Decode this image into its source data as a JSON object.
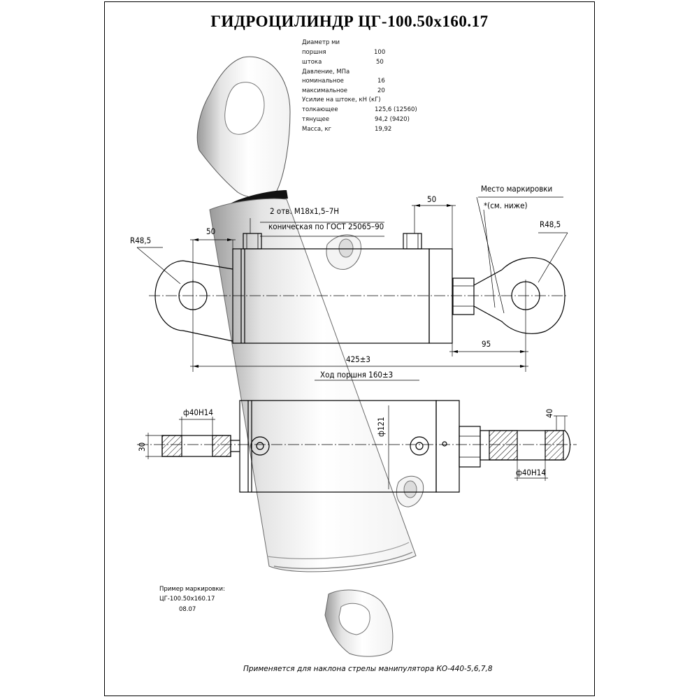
{
  "title": "ГИДРОЦИЛИНДР ЦГ-100.50х160.17",
  "specs": [
    {
      "label": "Диаметр ми",
      "value": ""
    },
    {
      "label": "поршня",
      "value": "100"
    },
    {
      "label": "штока",
      "value": "50"
    },
    {
      "label": "Давление, МПа",
      "value": ""
    },
    {
      "label": "номинальное",
      "value": "16"
    },
    {
      "label": "максимальное",
      "value": "20"
    },
    {
      "label": "Усилие на штоке, кН (кГ)",
      "value": ""
    },
    {
      "label": "толкающее",
      "value": "125,6  (12560)"
    },
    {
      "label": "тянущее",
      "value": "94,2 (9420)"
    },
    {
      "label": "Масса, кг",
      "value": "19,92"
    }
  ],
  "annotations": {
    "marking_place": "Место маркировки",
    "marking_note": "*(см. ниже)",
    "holes": "2 отв. М18х1,5–7Н",
    "cone": "коническая по ГОСТ 25065–90",
    "radius_left": "R48,5",
    "radius_right": "R48,5",
    "dim_50_left": "50",
    "dim_50_right": "50",
    "dim_95": "95",
    "dim_425": "425±3",
    "stroke": "Ход поршня  160±3",
    "dia_40_left": "ф40Н14",
    "dia_40_right": "ф40Н14",
    "dia_121": "ф121",
    "dim_30": "30",
    "dim_40": "40"
  },
  "example": {
    "heading": "Пример маркировки:",
    "code": "ЦГ-100.50х160.17",
    "date": "08.07"
  },
  "footer": "Применяется для наклона стрелы манипулятора КО-440-5,6,7,8"
}
